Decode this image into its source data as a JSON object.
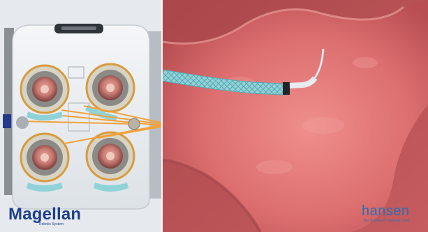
{
  "left_panel": {
    "product_name": "Magellan",
    "product_subtitle": "Robotic System"
  },
  "right_panel": {
    "brand_name": "hansen",
    "brand_tagline": "The Science of Vascular Care"
  },
  "colors": {
    "catheter_teal": "#8fd3d8",
    "tissue_pink": "#d96a6c",
    "logo_blue": "#1d3f91",
    "laser_orange": "#f2a23a"
  }
}
